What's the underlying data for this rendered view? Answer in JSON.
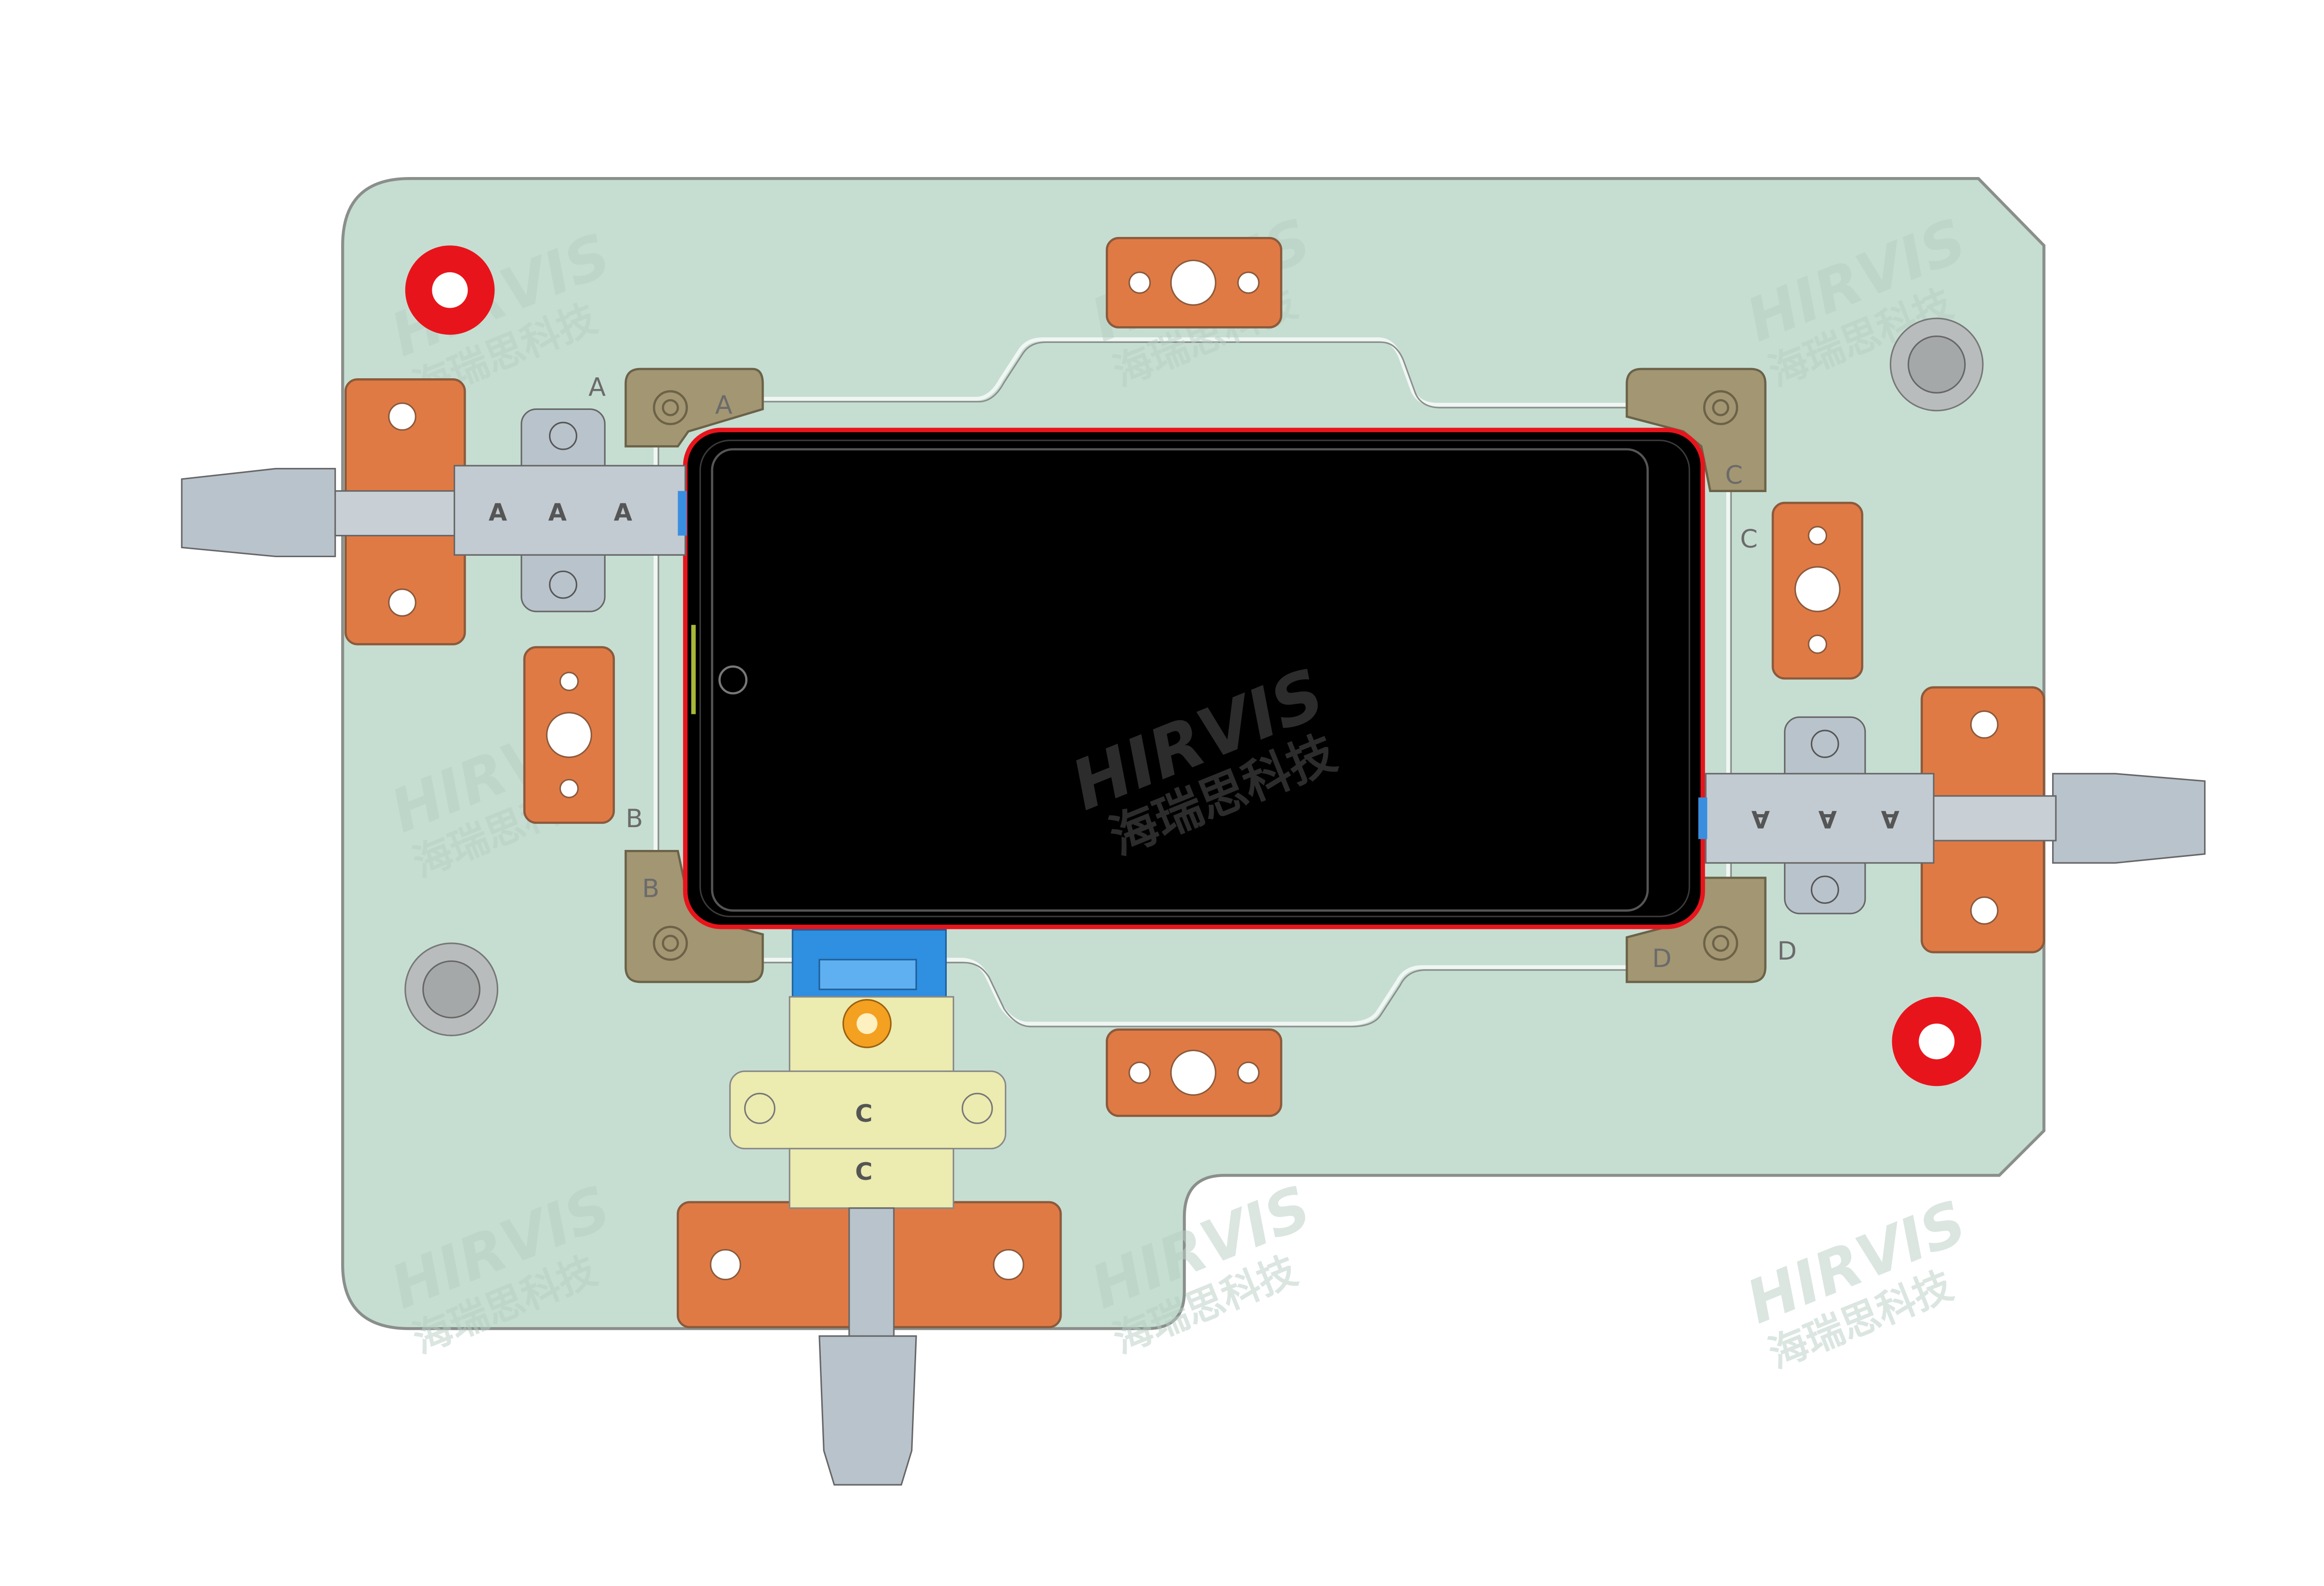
{
  "colors": {
    "plate": "#c6ded2",
    "pad": "#e07a45",
    "bracket": "#a39672",
    "phone": "#000000",
    "ring": "#e8141c",
    "clamp": "#b9c3cb",
    "blue": "#2f8fe0",
    "yellow": "#ecebb0"
  },
  "labels": {
    "a_outer": "A",
    "a_bracket": "A",
    "c_bracket": "C",
    "c_outer": "C",
    "b_outer": "B",
    "b_bracket": "B",
    "d_bracket": "D",
    "d_outer": "D"
  },
  "left_clamp_marks": [
    "A",
    "A",
    "A"
  ],
  "right_clamp_marks": [
    "A",
    "A",
    "A"
  ],
  "bottom_clamp_marks": [
    "C",
    "C"
  ],
  "watermark": {
    "brand": "HIRVIS",
    "company": "海瑞思科技"
  }
}
